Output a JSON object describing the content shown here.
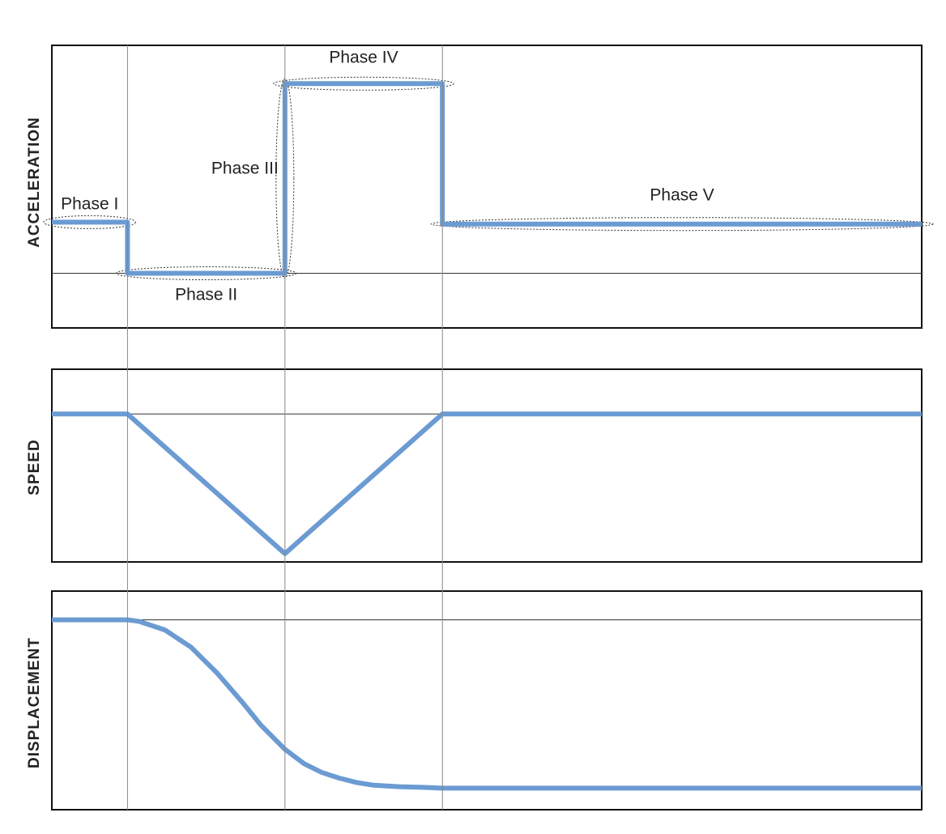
{
  "chart_data": [
    {
      "type": "line",
      "ylabel": "ACCELERATION",
      "xlabel": "",
      "xlim": [
        0,
        100
      ],
      "ylim": [
        -0.3,
        1.25
      ],
      "x": [
        0,
        8.7,
        8.7,
        26.8,
        26.8,
        44.9,
        44.9,
        100
      ],
      "values": [
        0.28,
        0.28,
        0,
        0,
        1.04,
        1.04,
        0.27,
        0.27
      ],
      "line_color": "#6b9bd2",
      "phases": [
        {
          "name": "Phase I",
          "x": [
            0,
            8.7
          ],
          "y": 0.28
        },
        {
          "name": "Phase II",
          "x": [
            8.7,
            26.8
          ],
          "y": 0
        },
        {
          "name": "Phase III",
          "x": [
            26.8,
            26.8
          ],
          "y": [
            0,
            1.04
          ]
        },
        {
          "name": "Phase IV",
          "x": [
            26.8,
            44.9
          ],
          "y": 1.04
        },
        {
          "name": "Phase V",
          "x": [
            44.9,
            100
          ],
          "y": 0.27
        }
      ]
    },
    {
      "type": "line",
      "ylabel": "SPEED",
      "xlabel": "",
      "xlim": [
        0,
        100
      ],
      "ylim": [
        -1.06,
        0.32
      ],
      "x": [
        0,
        8.7,
        26.8,
        44.9,
        100
      ],
      "values": [
        0,
        0,
        -1,
        0,
        0
      ],
      "line_color": "#6b9bd2"
    },
    {
      "type": "line",
      "ylabel": "DISPLACEMENT",
      "xlabel": "",
      "xlim": [
        0,
        100
      ],
      "ylim": [
        -1.32,
        0.2
      ],
      "x": [
        0,
        8.7,
        10,
        13,
        16,
        19,
        22,
        24,
        26.8,
        29,
        31,
        33,
        35,
        37,
        40,
        43,
        44.9,
        100
      ],
      "values": [
        0,
        0,
        -0.01,
        -0.07,
        -0.19,
        -0.37,
        -0.58,
        -0.73,
        -0.9,
        -1.0,
        -1.06,
        -1.1,
        -1.13,
        -1.15,
        -1.16,
        -1.165,
        -1.17,
        -1.17
      ],
      "line_color": "#6b9bd2"
    }
  ],
  "phase_boundaries": [
    8.7,
    26.8,
    44.9
  ]
}
